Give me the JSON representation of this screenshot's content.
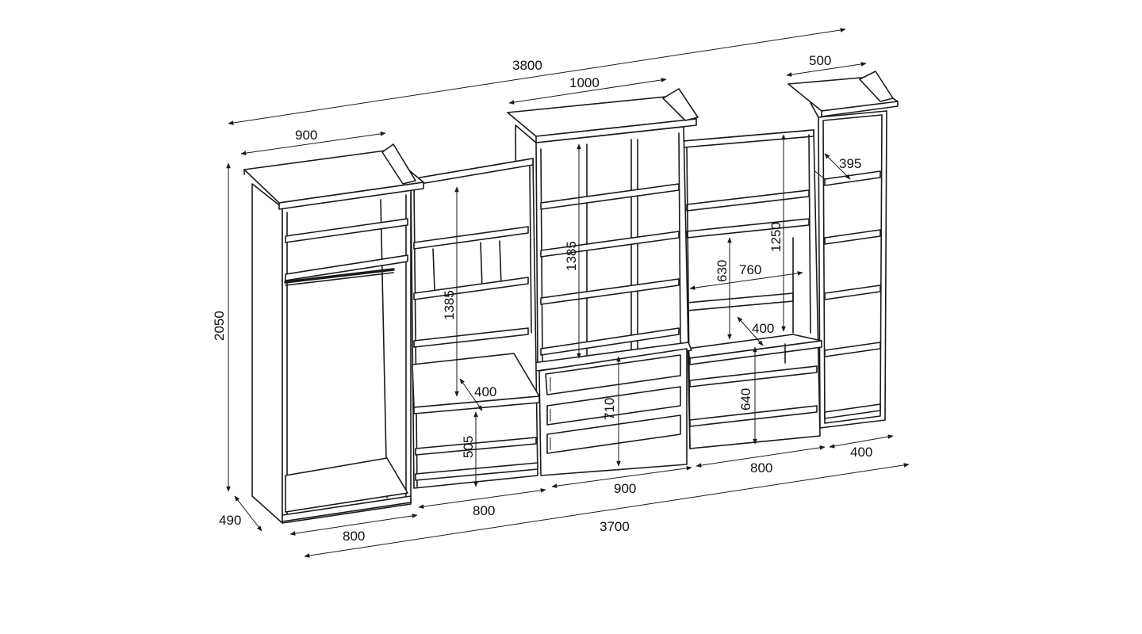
{
  "dimensions": {
    "total_top_width": "3800",
    "total_bottom_width": "3700",
    "overall_height": "2050",
    "depth": "490",
    "wardrobe_top_width": "900",
    "wardrobe_bottom_width": "800",
    "left_shelf_height": "1385",
    "left_shelf_depth": "400",
    "left_lower_height": "505",
    "left_bottom_width": "800",
    "center_top_width": "1000",
    "center_glass_height": "1385",
    "center_drawer_height": "710",
    "center_bottom_width": "900",
    "right_height": "1250",
    "right_niche_height": "630",
    "right_niche_width": "760",
    "right_depth": "400",
    "right_lower_height": "640",
    "right_bottom_width": "800",
    "tower_top_width": "500",
    "tower_shelf_spacing": "395",
    "tower_bottom_width": "400"
  }
}
